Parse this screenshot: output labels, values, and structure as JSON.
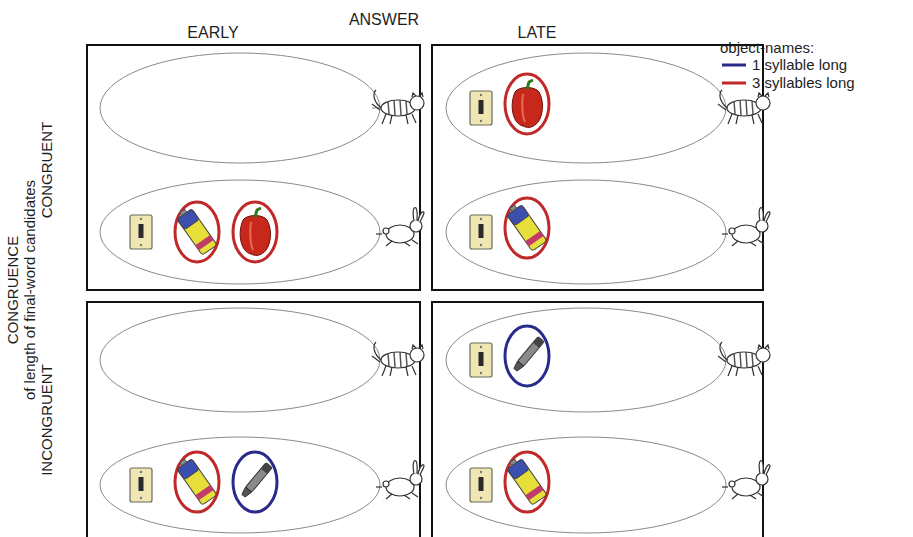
{
  "diagram": {
    "labels": [
      "ANSWER",
      "EARLY",
      "LATE",
      "CONGRUENCE",
      "of length of final-word candidates",
      "CONGRUENT",
      "INCONGRUENT",
      "object-names:"
    ],
    "legend": [
      {
        "text": "1 syllable long"
      },
      {
        "text": "3 syllables long"
      }
    ]
  }
}
